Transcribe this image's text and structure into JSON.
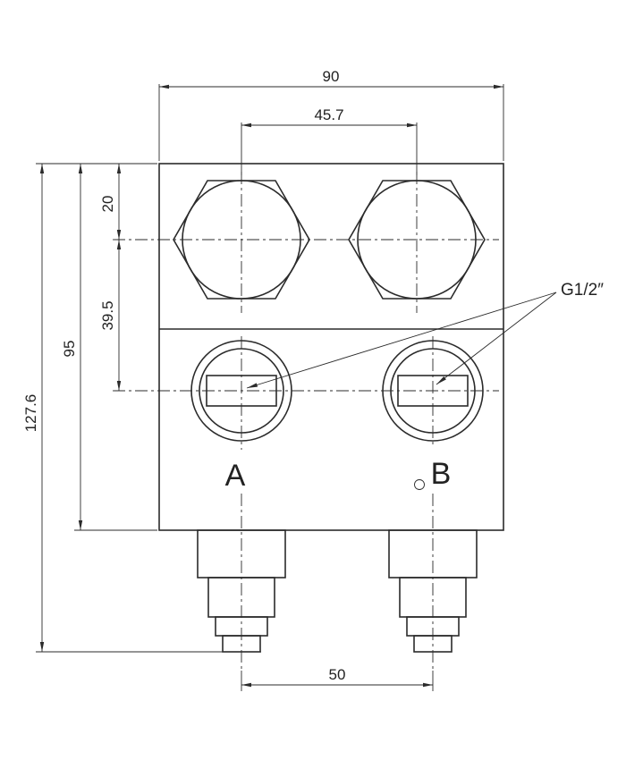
{
  "drawing": {
    "line_color": "#2b2b2b",
    "text_color": "#222222",
    "background_color": "#ffffff",
    "dims": {
      "overall_width": "90",
      "hex_plug_spacing": "45.7",
      "top_to_hex_center": "20",
      "hex_to_port_center": "39.5",
      "body_height": "95",
      "overall_height": "127.6",
      "cartridge_spacing": "50"
    },
    "labels": {
      "port_a": "A",
      "port_b": "B",
      "thread_callout": "G1/2″"
    }
  }
}
